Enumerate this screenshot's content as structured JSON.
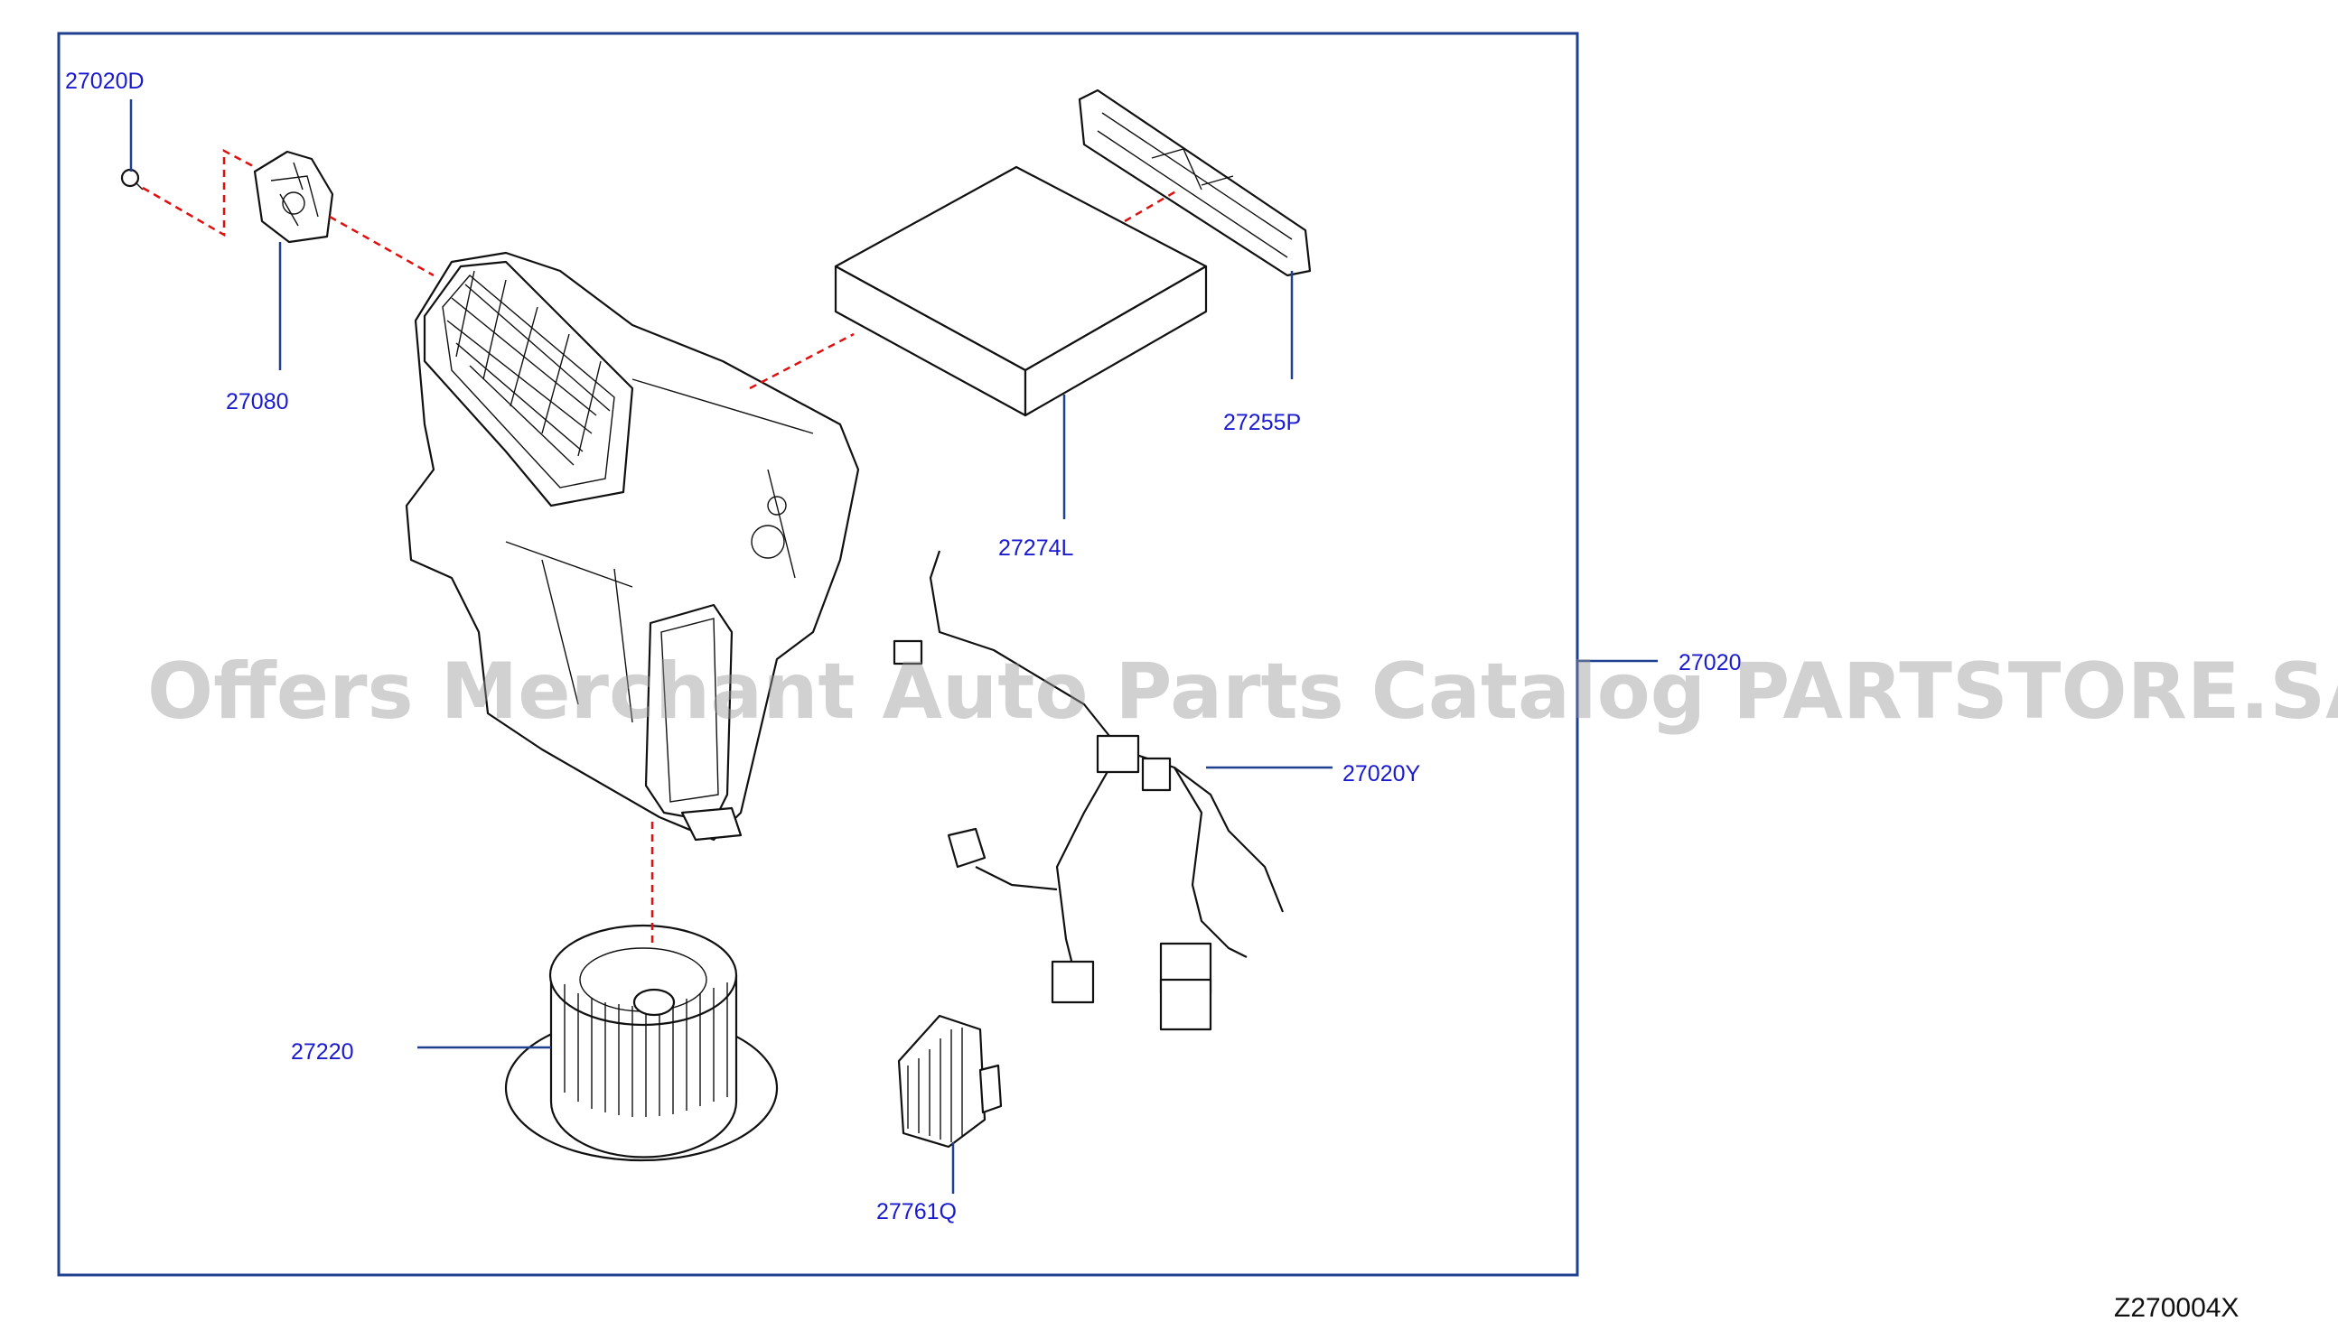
{
  "diagram": {
    "code": "Z270004X",
    "watermark": "Offers Merchant Auto Parts Catalog PARTSTORE.SA",
    "parts": [
      {
        "part_number": "27020D"
      },
      {
        "part_number": "27080"
      },
      {
        "part_number": "27274L"
      },
      {
        "part_number": "27255P"
      },
      {
        "part_number": "27020"
      },
      {
        "part_number": "27020Y"
      },
      {
        "part_number": "27220"
      },
      {
        "part_number": "27761Q"
      }
    ]
  },
  "colors": {
    "callout_text": "#1a1ad0",
    "leader_line": "#1f3f8f",
    "assembly_link": "#e01010",
    "frame": "#1f3f8f"
  }
}
